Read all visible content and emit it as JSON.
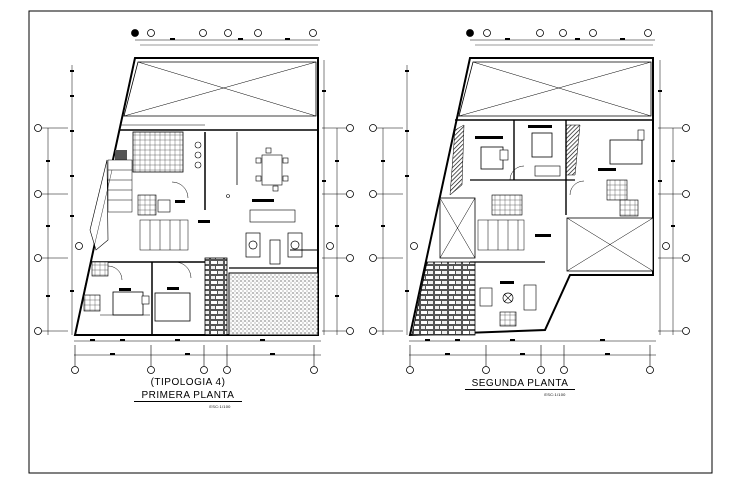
{
  "drawing": {
    "plans": [
      {
        "id": "primera",
        "typology": "(TIPOLOGIA 4)",
        "title": "PRIMERA PLANTA",
        "scale": "ESC:1/100"
      },
      {
        "id": "segunda",
        "typology": "",
        "title": "SEGUNDA PLANTA",
        "scale": "ESC:1/100"
      }
    ],
    "colors": {
      "line": "#000000",
      "hatch": "#333333",
      "background": "#ffffff"
    }
  }
}
